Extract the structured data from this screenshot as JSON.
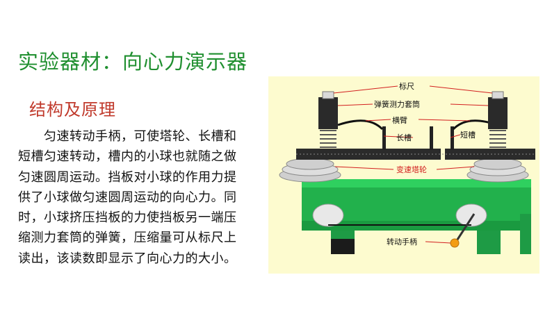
{
  "slide": {
    "title": "实验器材：向心力演示器",
    "section": "结构及原理",
    "paragraph_lines": [
      "　　匀速转动手柄，可使塔轮、长槽和",
      "短槽匀速转动，槽内的小球也就随之做",
      "匀速圆周运动。挡板对小球的作用力提",
      "供了小球做匀速圆周运动的向心力。同",
      "时，小球挤压挡板的力使挡板另一端压",
      "缩测力套筒的弹簧，压缩量可从标尺上",
      "读出，该读数即显示了向心力的大小。"
    ]
  },
  "figure": {
    "labels": {
      "ruler": "标尺",
      "spring_sleeve": "弹簧测力套筒",
      "arm": "横臂",
      "long_slot": "长槽",
      "short_slot": "短槽",
      "tower_wheel": "变速塔轮",
      "handle": "转动手柄"
    },
    "colors": {
      "background": "#fdfbcf",
      "base": "#22b14c",
      "label_line": "#d21e1e",
      "handle_knob": "#f39c12"
    }
  }
}
